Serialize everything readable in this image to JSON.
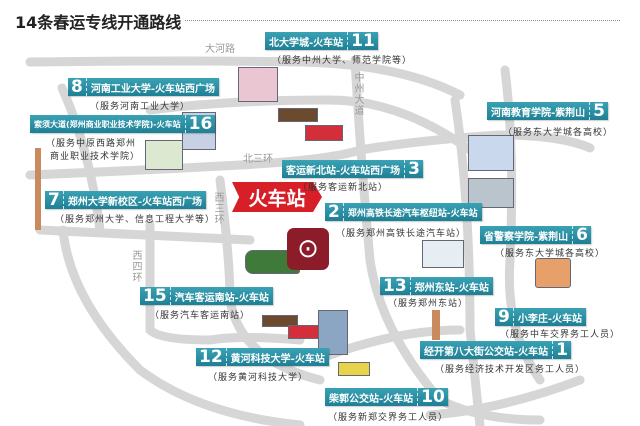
{
  "title": "14条春运专线开通路线",
  "center_label": "火车站",
  "roads": {
    "dahe": "大河路",
    "zhongzhou": "中州大道",
    "beisanhuan": "北三环",
    "xisanhuan": "西三环",
    "xisihuan": "西四环"
  },
  "routes": [
    {
      "num": "11",
      "name": "北大学城-火车站",
      "service": "（服务中州大学、师范学院等）"
    },
    {
      "num": "8",
      "name": "河南工业大学-火车站西广场",
      "service": "（服务河南工业大学）"
    },
    {
      "num": "16",
      "name": "索须大道(郑州商业职业技术学院)-火车站",
      "service": "（服务中原西路郑州",
      "service2": "商业职业技术学院）"
    },
    {
      "num": "5",
      "name": "河南教育学院-紫荆山",
      "service": "（服务东大学城各高校）"
    },
    {
      "num": "3",
      "name": "客运新北站-火车站西广场",
      "service": "（服务客运新北站）"
    },
    {
      "num": "7",
      "name": "郑州大学新校区-火车站西广场",
      "service": "（服务郑州大学、信息工程大学等）"
    },
    {
      "num": "2",
      "name": "郑州高铁长途汽车枢纽站-火车站",
      "service": "（服务郑州高铁长途汽车站）"
    },
    {
      "num": "6",
      "name": "省警察学院-紫荆山",
      "service": "（服务东大学城各高校）"
    },
    {
      "num": "15",
      "name": "汽车客运南站-火车站",
      "service": "（服务汽车客运南站）"
    },
    {
      "num": "13",
      "name": "郑州东站-火车站",
      "service": "（服务郑州东站）"
    },
    {
      "num": "9",
      "name": "小李庄-火车站",
      "service": "（服务中车交界务工人员）"
    },
    {
      "num": "12",
      "name": "黄河科技大学-火车站",
      "service": "（服务黄河科技大学）"
    },
    {
      "num": "1",
      "name": "经开第八大街公交站-火车站",
      "service": "（服务经济技术开发区务工人员）"
    },
    {
      "num": "10",
      "name": "柴郭公交站-火车站",
      "service": "（服务新郑交界务工人员）"
    }
  ],
  "colors": {
    "banner": "#2a8fa3",
    "station": "#d71f27",
    "road": "#d4d4d4",
    "logo": "#8c1c2a"
  }
}
